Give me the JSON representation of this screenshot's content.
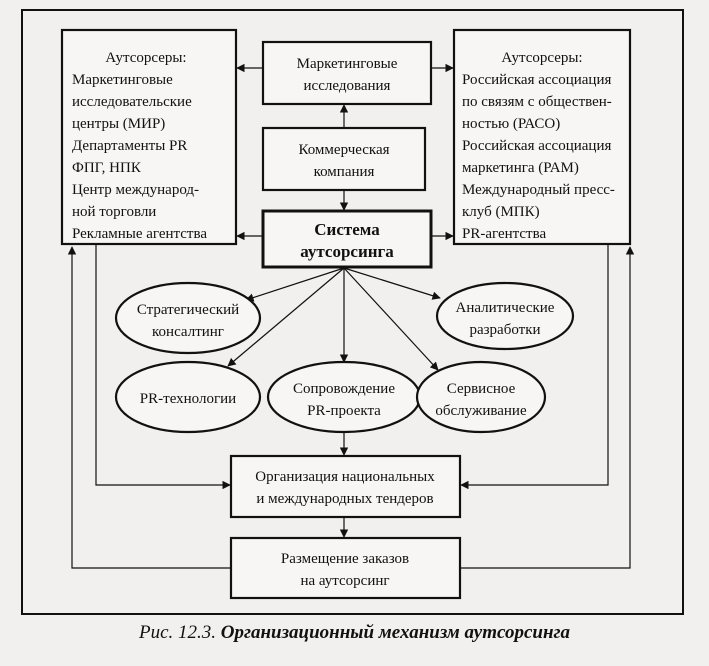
{
  "diagram": {
    "left_outsourcers": {
      "title": "Аутсорсеры:",
      "lines": [
        "Маркетинговые",
        "исследовательские",
        "центры (МИР)",
        "Департаменты PR",
        "ФПГ, НПК",
        "Центр международ-",
        "ной торговли",
        "Рекламные агентства"
      ]
    },
    "right_outsourcers": {
      "title": "Аутсорсеры:",
      "lines": [
        "Российская ассоциация",
        "по связям с обществен-",
        "ностью (РАСО)",
        "Российская ассоциация",
        "маркетинга (РАМ)",
        "Международный пресс-",
        "клуб (МПК)",
        "PR-агентства"
      ]
    },
    "marketing_research": [
      "Маркетинговые",
      "исследования"
    ],
    "commercial_company": [
      "Коммерческая",
      "компания"
    ],
    "outsourcing_system": [
      "Система",
      "аутсорсинга"
    ],
    "strategic_consulting": [
      "Стратегический",
      "консалтинг"
    ],
    "analytical_development": [
      "Аналитические",
      "разработки"
    ],
    "pr_technologies": [
      "PR-технологии"
    ],
    "pr_project_support": [
      "Сопровождение",
      "PR-проекта"
    ],
    "service_maintenance": [
      "Сервисное",
      "обслуживание"
    ],
    "tenders": [
      "Организация национальных",
      "и международных тендеров"
    ],
    "orders": [
      "Размещение заказов",
      "на аутсорсинг"
    ]
  },
  "caption": {
    "prefix": "Рис. 12.3.",
    "title": "Организационный механизм аутсорсинга"
  }
}
